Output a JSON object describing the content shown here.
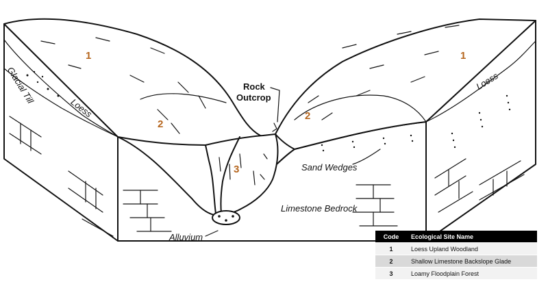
{
  "zones": {
    "left_upland": "1",
    "right_upland": "1",
    "left_backslope": "2",
    "right_backslope": "2",
    "floodplain": "3"
  },
  "labels": {
    "glacial_till": "Glacial Till",
    "loess_left": "Loess",
    "loess_right": "Loess",
    "rock_outcrop_line1": "Rock",
    "rock_outcrop_line2": "Outcrop",
    "sand_wedges": "Sand Wedges",
    "limestone_bedrock": "Limestone Bedrock",
    "alluvium": "Alluvium"
  },
  "legend": {
    "header_code": "Code",
    "header_name": "Ecological Site Name",
    "rows": [
      {
        "code": "1",
        "name": "Loess Upland Woodland"
      },
      {
        "code": "2",
        "name": "Shallow Limestone Backslope Glade"
      },
      {
        "code": "3",
        "name": "Loamy Floodplain Forest"
      }
    ]
  }
}
